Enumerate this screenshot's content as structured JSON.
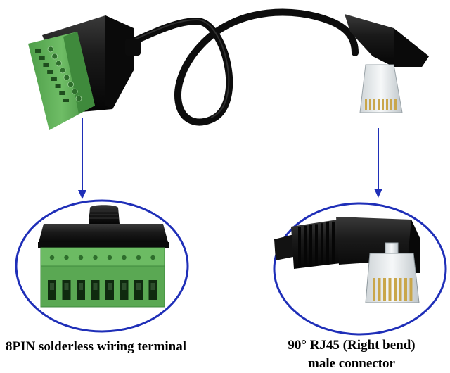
{
  "captions": {
    "terminal": "8PIN solderless wiring terminal",
    "rj45_line1": "90° RJ45 (Right bend)",
    "rj45_line2": "male connector"
  },
  "colors": {
    "terminal_green": "#5fae58",
    "terminal_green_dark": "#3f8a3c",
    "cable_black": "#111111",
    "callout_blue": "#1f2fb8",
    "plug_clear": "#e6eaec",
    "contact_gold": "#c9a64a"
  }
}
